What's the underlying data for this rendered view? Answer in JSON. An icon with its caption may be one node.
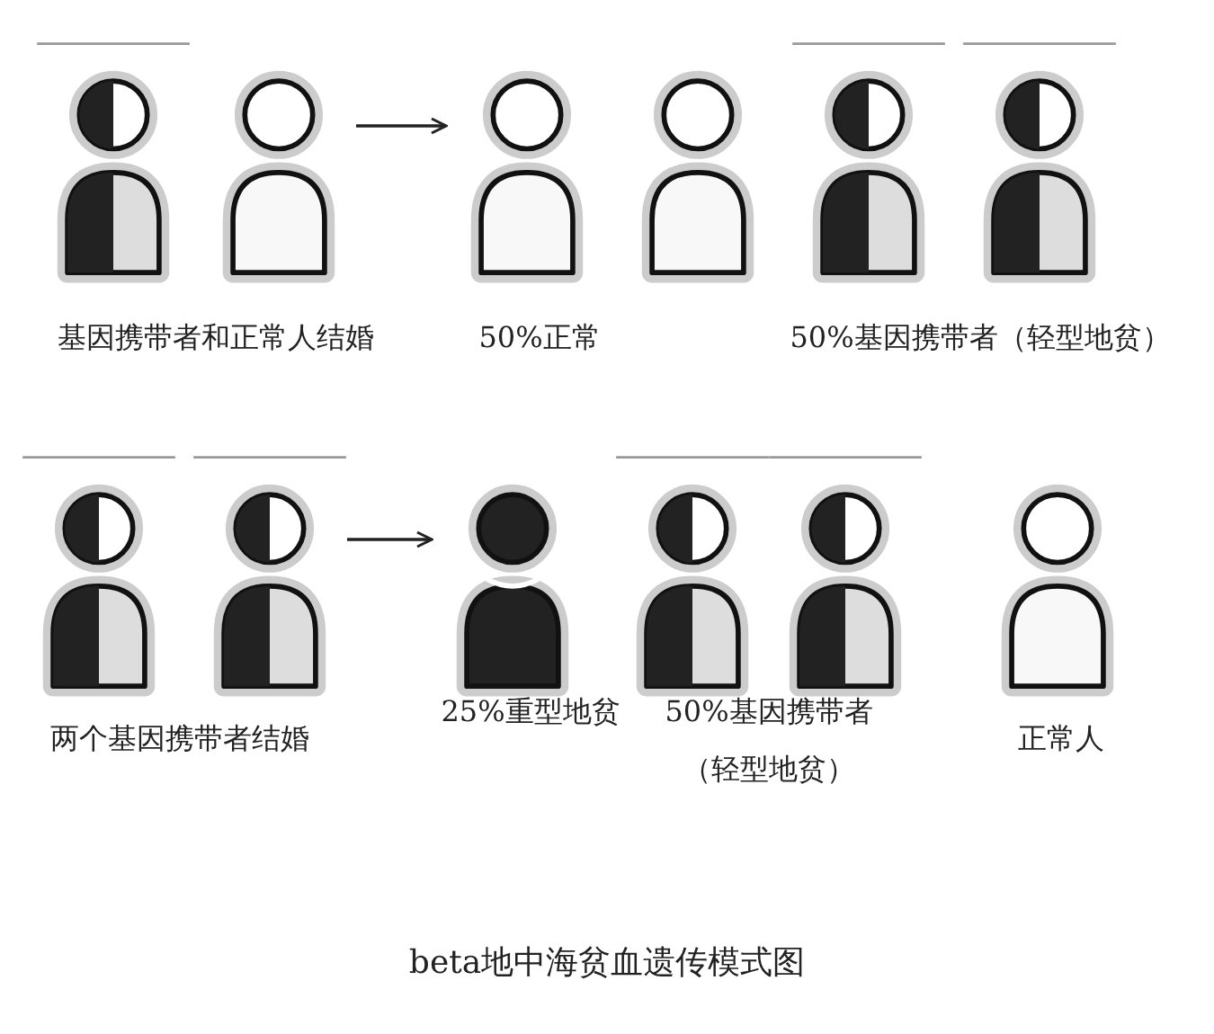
{
  "diagram": {
    "caption": "beta地中海贫血遗传模式图",
    "nodes": [
      {
        "text": [],
        "shape": "person"
      },
      {
        "text": [],
        "shape": "person"
      },
      {
        "text": [],
        "shape": "person"
      },
      {
        "text": [],
        "shape": "person"
      },
      {
        "text": [],
        "shape": "person"
      },
      {
        "text": [],
        "shape": "person"
      },
      {
        "text": [],
        "shape": "person"
      },
      {
        "text": [],
        "shape": "person"
      },
      {
        "text": [],
        "shape": "person"
      },
      {
        "text": [],
        "shape": "person"
      },
      {
        "text": [],
        "shape": "person"
      },
      {
        "text": [],
        "shape": "person"
      }
    ],
    "edges": [
      {
        "from": 1,
        "to": 2,
        "arrow": "to"
      },
      {
        "from": 7,
        "to": 8,
        "arrow": "to"
      }
    ],
    "labels": [
      "基因携带者和正常人结婚",
      "50%正常",
      "50%基因携带者（轻型地贫）",
      "两个基因携带者结婚",
      "25%重型地贫",
      "50%基因携带者（轻型地贫）",
      "正常人"
    ]
  }
}
